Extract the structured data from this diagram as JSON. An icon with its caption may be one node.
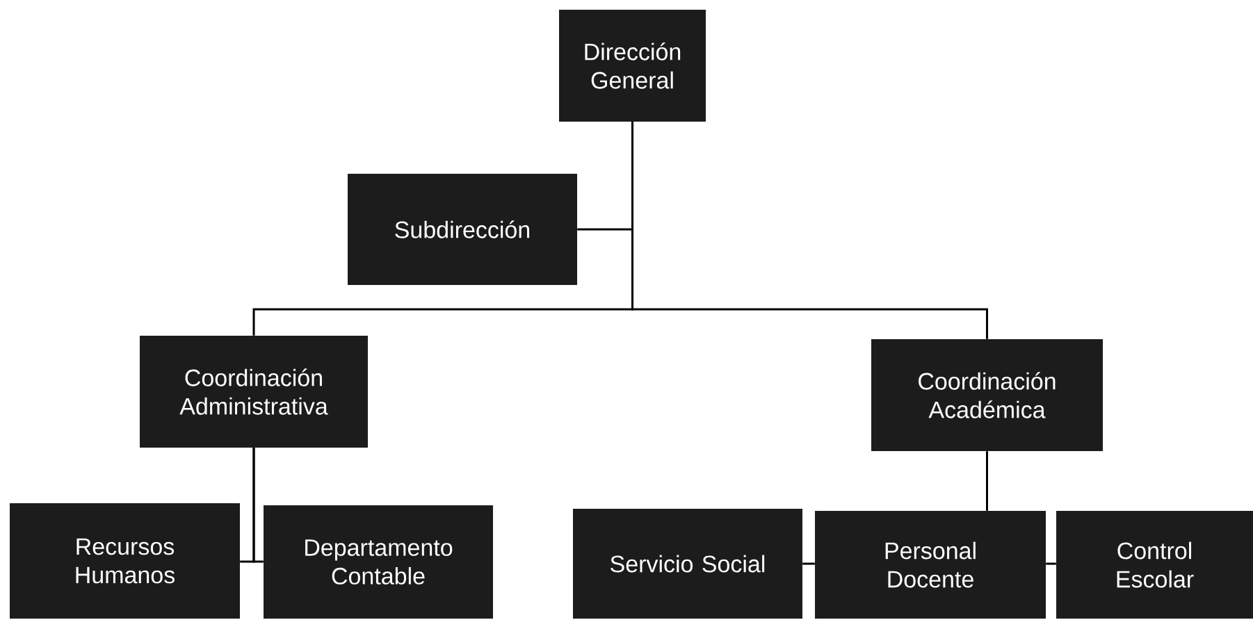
{
  "diagram": {
    "nodes": [
      {
        "text": [
          "Dirección General"
        ]
      },
      {
        "text": [
          "Subdirección"
        ]
      },
      {
        "text": [
          "Coordinación Administrativa"
        ]
      },
      {
        "text": [
          "Coordinación Académica"
        ]
      },
      {
        "text": [
          "Recursos Humanos"
        ]
      },
      {
        "text": [
          "Departamento Contable"
        ]
      },
      {
        "text": [
          "Servicio Social"
        ]
      },
      {
        "text": [
          "Personal Docente"
        ]
      },
      {
        "text": [
          "Control Escolar"
        ]
      }
    ],
    "edges": [
      {
        "from": 0,
        "to": 1,
        "arrow": "none"
      },
      {
        "from": 0,
        "to": 2,
        "arrow": "none"
      },
      {
        "from": 0,
        "to": 3,
        "arrow": "none"
      },
      {
        "from": 2,
        "to": 4,
        "arrow": "none"
      },
      {
        "from": 2,
        "to": 5,
        "arrow": "none"
      },
      {
        "from": 3,
        "to": 7,
        "arrow": "none"
      },
      {
        "from": 7,
        "to": 6,
        "arrow": "none"
      },
      {
        "from": 7,
        "to": 8,
        "arrow": "none"
      }
    ]
  }
}
